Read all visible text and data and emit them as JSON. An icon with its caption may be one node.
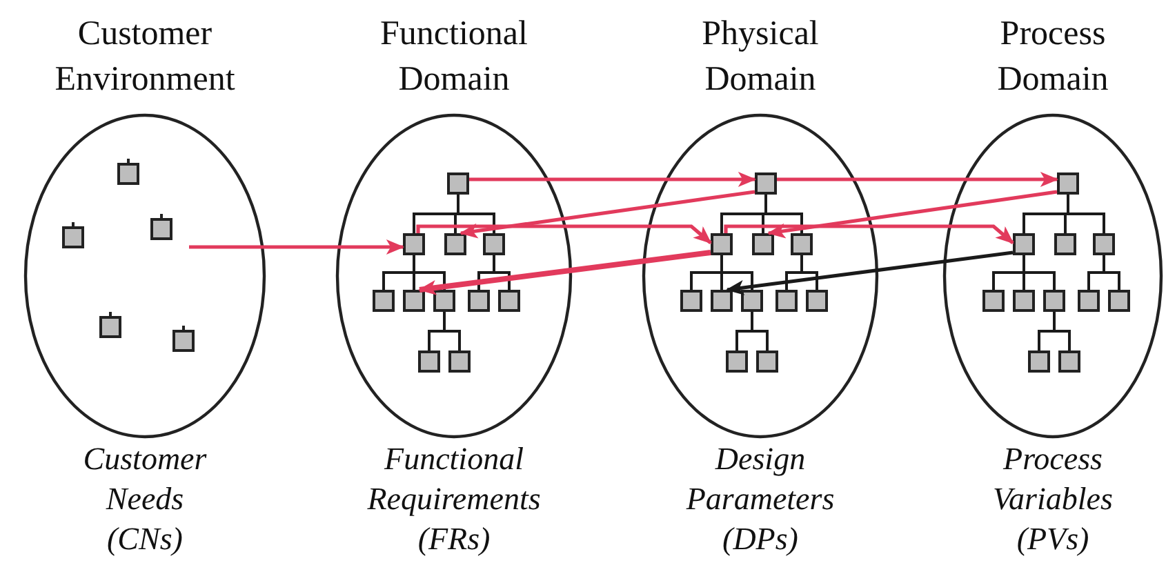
{
  "diagram": {
    "nodes": [
      {
        "text": [
          "Customer Environment"
        ],
        "beside": [
          "Customer Needs (CNs)"
        ]
      },
      {
        "text": [],
        "shape": "box",
        "in": 0
      },
      {
        "text": [],
        "shape": "box",
        "in": 0
      },
      {
        "text": [],
        "shape": "box",
        "in": 0
      },
      {
        "text": [],
        "shape": "box",
        "in": 0
      },
      {
        "text": [],
        "shape": "box",
        "in": 0
      },
      {
        "text": [
          "Functional Domain"
        ],
        "beside": [
          "Functional Requirements (FRs)"
        ]
      },
      {
        "text": [],
        "shape": "box",
        "in": 6
      },
      {
        "text": [],
        "shape": "box",
        "in": 6
      },
      {
        "text": [],
        "shape": "box",
        "in": 6
      },
      {
        "text": [],
        "shape": "box",
        "in": 6
      },
      {
        "text": [],
        "shape": "box",
        "in": 6
      },
      {
        "text": [],
        "shape": "box",
        "in": 6
      },
      {
        "text": [],
        "shape": "box",
        "in": 6
      },
      {
        "text": [],
        "shape": "box",
        "in": 6
      },
      {
        "text": [],
        "shape": "box",
        "in": 6
      },
      {
        "text": [],
        "shape": "box",
        "in": 6
      },
      {
        "text": [],
        "shape": "box",
        "in": 6
      },
      {
        "text": [
          "Physical Domain"
        ],
        "beside": [
          "Design Parameters (DPs)"
        ]
      },
      {
        "text": [],
        "shape": "box",
        "in": 18
      },
      {
        "text": [],
        "shape": "box",
        "in": 18
      },
      {
        "text": [],
        "shape": "box",
        "in": 18
      },
      {
        "text": [],
        "shape": "box",
        "in": 18
      },
      {
        "text": [],
        "shape": "box",
        "in": 18
      },
      {
        "text": [],
        "shape": "box",
        "in": 18
      },
      {
        "text": [],
        "shape": "box",
        "in": 18
      },
      {
        "text": [],
        "shape": "box",
        "in": 18
      },
      {
        "text": [],
        "shape": "box",
        "in": 18
      },
      {
        "text": [],
        "shape": "box",
        "in": 18
      },
      {
        "text": [],
        "shape": "box",
        "in": 18
      },
      {
        "text": [
          "Process Domain"
        ],
        "beside": [
          "Process Variables (PVs)"
        ]
      },
      {
        "text": [],
        "shape": "box",
        "in": 30
      },
      {
        "text": [],
        "shape": "box",
        "in": 30
      },
      {
        "text": [],
        "shape": "box",
        "in": 30
      },
      {
        "text": [],
        "shape": "box",
        "in": 30
      },
      {
        "text": [],
        "shape": "box",
        "in": 30
      },
      {
        "text": [],
        "shape": "box",
        "in": 30
      },
      {
        "text": [],
        "shape": "box",
        "in": 30
      },
      {
        "text": [],
        "shape": "box",
        "in": 30
      },
      {
        "text": [],
        "shape": "box",
        "in": 30
      },
      {
        "text": [],
        "shape": "box",
        "in": 30
      },
      {
        "text": [],
        "shape": "box",
        "in": 30
      }
    ],
    "edges": [
      {
        "from": 7,
        "to": 8,
        "arrow": "none"
      },
      {
        "from": 7,
        "to": 9,
        "arrow": "none"
      },
      {
        "from": 7,
        "to": 10,
        "arrow": "none"
      },
      {
        "from": 8,
        "to": 11,
        "arrow": "none"
      },
      {
        "from": 8,
        "to": 12,
        "arrow": "none"
      },
      {
        "from": 8,
        "to": 13,
        "arrow": "none"
      },
      {
        "from": 10,
        "to": 14,
        "arrow": "none"
      },
      {
        "from": 10,
        "to": 15,
        "arrow": "none"
      },
      {
        "from": 13,
        "to": 16,
        "arrow": "none"
      },
      {
        "from": 13,
        "to": 17,
        "arrow": "none"
      },
      {
        "from": 19,
        "to": 20,
        "arrow": "none"
      },
      {
        "from": 19,
        "to": 21,
        "arrow": "none"
      },
      {
        "from": 19,
        "to": 22,
        "arrow": "none"
      },
      {
        "from": 20,
        "to": 23,
        "arrow": "none"
      },
      {
        "from": 20,
        "to": 24,
        "arrow": "none"
      },
      {
        "from": 20,
        "to": 25,
        "arrow": "none"
      },
      {
        "from": 22,
        "to": 26,
        "arrow": "none"
      },
      {
        "from": 22,
        "to": 27,
        "arrow": "none"
      },
      {
        "from": 25,
        "to": 28,
        "arrow": "none"
      },
      {
        "from": 25,
        "to": 29,
        "arrow": "none"
      },
      {
        "from": 31,
        "to": 32,
        "arrow": "none"
      },
      {
        "from": 31,
        "to": 33,
        "arrow": "none"
      },
      {
        "from": 31,
        "to": 34,
        "arrow": "none"
      },
      {
        "from": 32,
        "to": 35,
        "arrow": "none"
      },
      {
        "from": 32,
        "to": 36,
        "arrow": "none"
      },
      {
        "from": 32,
        "to": 37,
        "arrow": "none"
      },
      {
        "from": 34,
        "to": 38,
        "arrow": "none"
      },
      {
        "from": 34,
        "to": 39,
        "arrow": "none"
      },
      {
        "from": 37,
        "to": 40,
        "arrow": "none"
      },
      {
        "from": 37,
        "to": 41,
        "arrow": "none"
      },
      {
        "from": null,
        "to": 8,
        "arrow": "to",
        "color": "#e23a5c"
      },
      {
        "from": 7,
        "to": 19,
        "arrow": "to",
        "color": "#e23a5c"
      },
      {
        "from": 19,
        "to": 9,
        "arrow": "to",
        "color": "#e23a5c"
      },
      {
        "from": 8,
        "to": 20,
        "arrow": "to",
        "color": "#e23a5c"
      },
      {
        "from": 20,
        "to": 12,
        "arrow": "to",
        "style": "thick",
        "color": "#e23a5c"
      },
      {
        "from": 19,
        "to": 31,
        "arrow": "to",
        "color": "#e23a5c"
      },
      {
        "from": 31,
        "to": 21,
        "arrow": "to",
        "color": "#e23a5c"
      },
      {
        "from": 20,
        "to": 32,
        "arrow": "to",
        "color": "#e23a5c"
      },
      {
        "from": 32,
        "to": 24,
        "arrow": "to"
      }
    ]
  }
}
